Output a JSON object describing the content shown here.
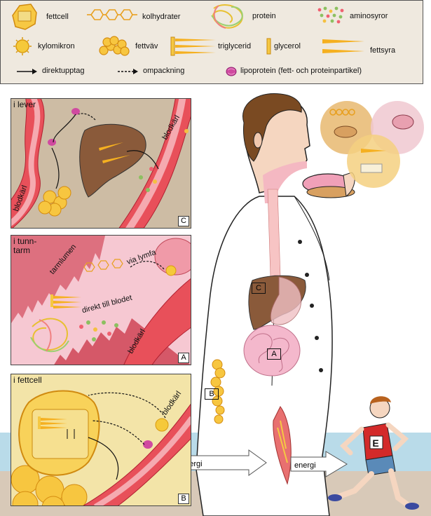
{
  "legend": {
    "fettcell": "fettcell",
    "kolhydrater": "kolhydrater",
    "protein": "protein",
    "aminosyror": "aminosyror",
    "kylomikron": "kylomikron",
    "fettvav": "fettväv",
    "triglycerid": "triglycerid",
    "glycerol": "glycerol",
    "fettsyra": "fettsyra",
    "direktupptag": "direktupptag",
    "ompackning": "ompackning",
    "lipoprotein": "lipoprotein (fett- och proteinpartikel)"
  },
  "panel_c": {
    "title": "i lever",
    "tag": "C",
    "vessel_left": "blodkärl",
    "vessel_right": "blodkärl"
  },
  "panel_a": {
    "title_line1": "i tunn-",
    "title_line2": "tarm",
    "tag": "A",
    "tarmlumen": "tarmlumen",
    "via_lymfa": "via lymfa",
    "direkt": "direkt till blodet",
    "vessel": "blodkärl"
  },
  "panel_b": {
    "title": "i fettcell",
    "tag": "B",
    "vessel": "blodkärl"
  },
  "body": {
    "label_c": "C",
    "label_a": "A",
    "label_b": "B",
    "energi_1": "energi",
    "energi_2": "energi",
    "bib": "E"
  },
  "colors": {
    "legend_bg": "#efe9df",
    "vessel": "#e8505a",
    "liver": "#8a5a3a",
    "fat": "#f5c33c",
    "sky": "#b9dbe9",
    "ground": "#d8c9b8"
  }
}
